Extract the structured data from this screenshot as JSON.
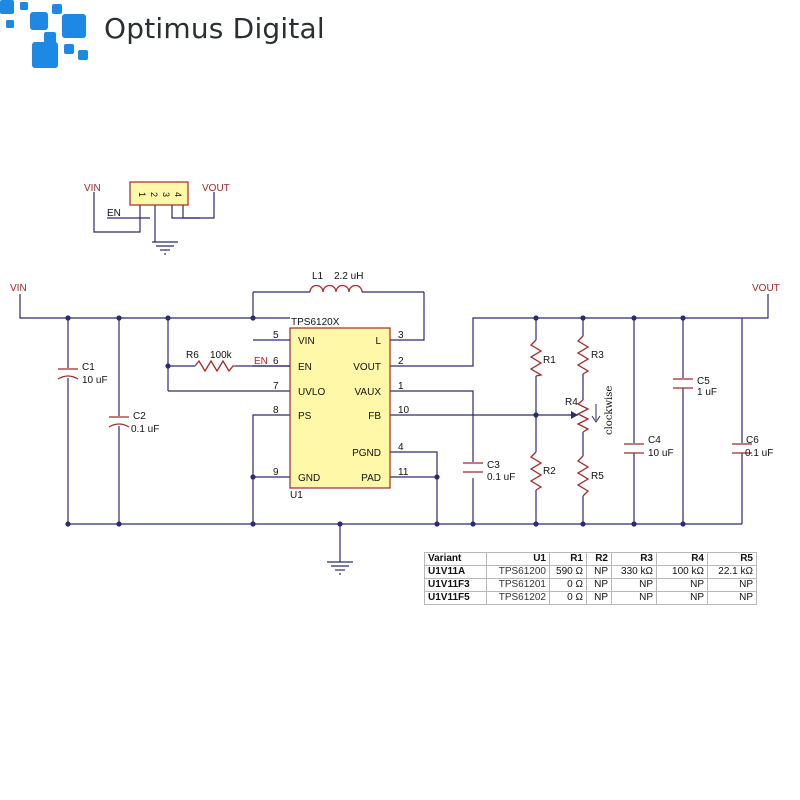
{
  "brand": {
    "name": "Optimus Digital",
    "logo_color": "#1e88e5"
  },
  "colors": {
    "wire": "#2b2b6e",
    "component": "#a02a2a",
    "ic_fill": "#fff8a8",
    "text": "#111111"
  },
  "connector": {
    "vin": "VIN",
    "vout": "VOUT",
    "en": "EN",
    "pins": [
      "1",
      "2",
      "3",
      "4"
    ]
  },
  "nets": {
    "vin": "VIN",
    "vout": "VOUT",
    "en": "EN"
  },
  "ic": {
    "name": "TPS6120X",
    "ref": "U1",
    "left_pins": [
      {
        "num": "5",
        "name": "VIN"
      },
      {
        "num": "6",
        "name": "EN"
      },
      {
        "num": "7",
        "name": "UVLO"
      },
      {
        "num": "8",
        "name": "PS"
      },
      {
        "num": "9",
        "name": "GND"
      }
    ],
    "right_pins": [
      {
        "num": "3",
        "name": "L"
      },
      {
        "num": "2",
        "name": "VOUT"
      },
      {
        "num": "1",
        "name": "VAUX"
      },
      {
        "num": "10",
        "name": "FB"
      },
      {
        "num": "4",
        "name": "PGND"
      },
      {
        "num": "11",
        "name": "PAD"
      }
    ]
  },
  "components": {
    "l1": {
      "ref": "L1",
      "value": "2.2 uH"
    },
    "r6": {
      "ref": "R6",
      "value": "100k"
    },
    "c1": {
      "ref": "C1",
      "value": "10 uF"
    },
    "c2": {
      "ref": "C2",
      "value": "0.1 uF"
    },
    "c3": {
      "ref": "C3",
      "value": "0.1 uF"
    },
    "c4": {
      "ref": "C4",
      "value": "10 uF"
    },
    "c5": {
      "ref": "C5",
      "value": "1 uF"
    },
    "c6": {
      "ref": "C6",
      "value": "0.1 uF"
    },
    "r1": {
      "ref": "R1"
    },
    "r2": {
      "ref": "R2"
    },
    "r3": {
      "ref": "R3"
    },
    "r4": {
      "ref": "R4",
      "note": "clockwise"
    },
    "r5": {
      "ref": "R5"
    }
  },
  "variant_table": {
    "headers": [
      "Variant",
      "U1",
      "R1",
      "R2",
      "R3",
      "R4",
      "R5"
    ],
    "rows": [
      [
        "U1V11A",
        "TPS61200",
        "590 Ω",
        "NP",
        "330 kΩ",
        "100 kΩ",
        "22.1 kΩ"
      ],
      [
        "U1V11F3",
        "TPS61201",
        "0 Ω",
        "NP",
        "NP",
        "NP",
        "NP"
      ],
      [
        "U1V11F5",
        "TPS61202",
        "0 Ω",
        "NP",
        "NP",
        "NP",
        "NP"
      ]
    ]
  }
}
